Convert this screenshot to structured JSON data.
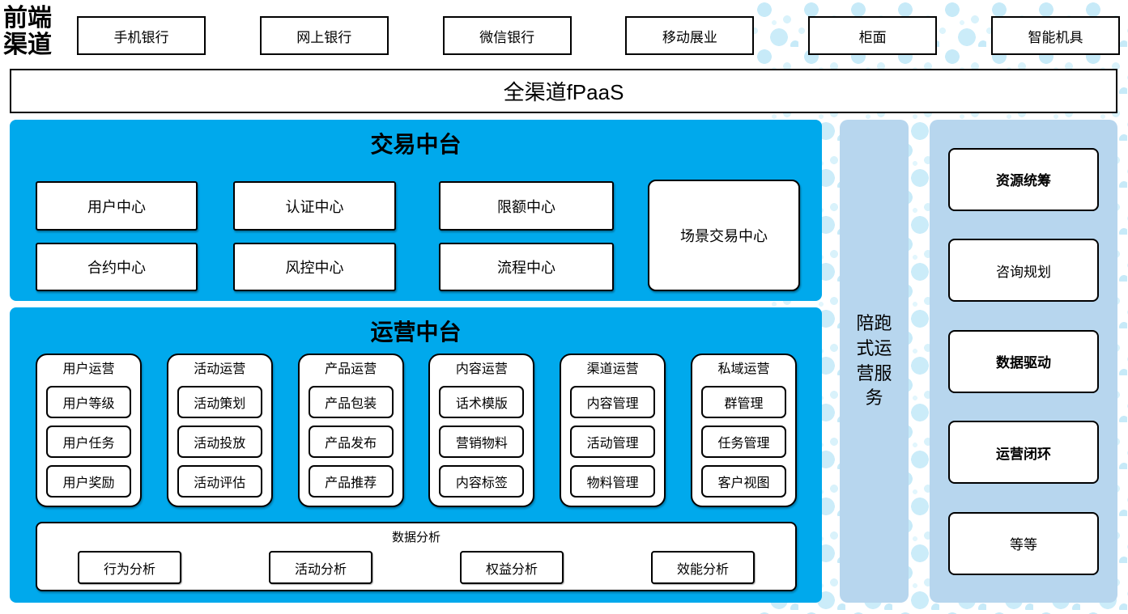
{
  "colors": {
    "primary_blue": "#00A9EC",
    "light_blue": "#B7D6EE",
    "dot_pattern": "#C7EAF8",
    "box_border": "#000000"
  },
  "front_channels": {
    "label": "前端渠道",
    "items": [
      "手机银行",
      "网上银行",
      "微信银行",
      "移动展业",
      "柜面",
      "智能机具"
    ]
  },
  "channel_paas": {
    "label": "全渠道fPaaS"
  },
  "trade_platform": {
    "title": "交易中台",
    "row1": [
      "用户中心",
      "认证中心",
      "限额中心"
    ],
    "row2": [
      "合约中心",
      "风控中心",
      "流程中心"
    ],
    "tall_box": "场景交易中心"
  },
  "operation_platform": {
    "title": "运营中台",
    "groups": [
      {
        "title": "用户运营",
        "items": [
          "用户等级",
          "用户任务",
          "用户奖励"
        ]
      },
      {
        "title": "活动运营",
        "items": [
          "活动策划",
          "活动投放",
          "活动评估"
        ]
      },
      {
        "title": "产品运营",
        "items": [
          "产品包装",
          "产品发布",
          "产品推荐"
        ]
      },
      {
        "title": "内容运营",
        "items": [
          "话术模版",
          "营销物料",
          "内容标签"
        ]
      },
      {
        "title": "渠道运营",
        "items": [
          "内容管理",
          "活动管理",
          "物料管理"
        ]
      },
      {
        "title": "私域运营",
        "items": [
          "群管理",
          "任务管理",
          "客户视图"
        ]
      }
    ],
    "data_analysis": {
      "title": "数据分析",
      "items": [
        "行为分析",
        "活动分析",
        "权益分析",
        "效能分析"
      ]
    }
  },
  "side_service": {
    "label": "陪跑式运营服务"
  },
  "service_items": [
    {
      "label": "资源统筹",
      "bold": true
    },
    {
      "label": "咨询规划",
      "bold": false
    },
    {
      "label": "数据驱动",
      "bold": true
    },
    {
      "label": "运营闭环",
      "bold": true
    },
    {
      "label": "等等",
      "bold": false
    }
  ]
}
